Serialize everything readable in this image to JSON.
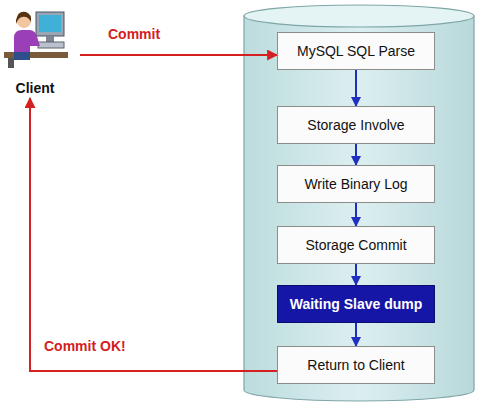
{
  "diagram": {
    "nodes": [
      {
        "text": [
          "Client"
        ]
      },
      {
        "text": [
          "MySQL SQL Parse"
        ]
      },
      {
        "text": [
          "Storage Involve"
        ]
      },
      {
        "text": [
          "Write Binary Log"
        ]
      },
      {
        "text": [
          "Storage Commit"
        ]
      },
      {
        "text": [
          "Waiting Slave dump"
        ]
      },
      {
        "text": [
          "Return to Client"
        ]
      }
    ],
    "edges": [
      {
        "from": 0,
        "to": 1,
        "label": "Commit",
        "arrow": "to"
      },
      {
        "from": 1,
        "to": 2,
        "arrow": "to"
      },
      {
        "from": 2,
        "to": 3,
        "arrow": "to"
      },
      {
        "from": 3,
        "to": 4,
        "arrow": "to"
      },
      {
        "from": 4,
        "to": 5,
        "arrow": "to"
      },
      {
        "from": 5,
        "to": 6,
        "arrow": "to"
      },
      {
        "from": 6,
        "to": 0,
        "label": "Commit OK!",
        "arrow": "to"
      }
    ]
  }
}
